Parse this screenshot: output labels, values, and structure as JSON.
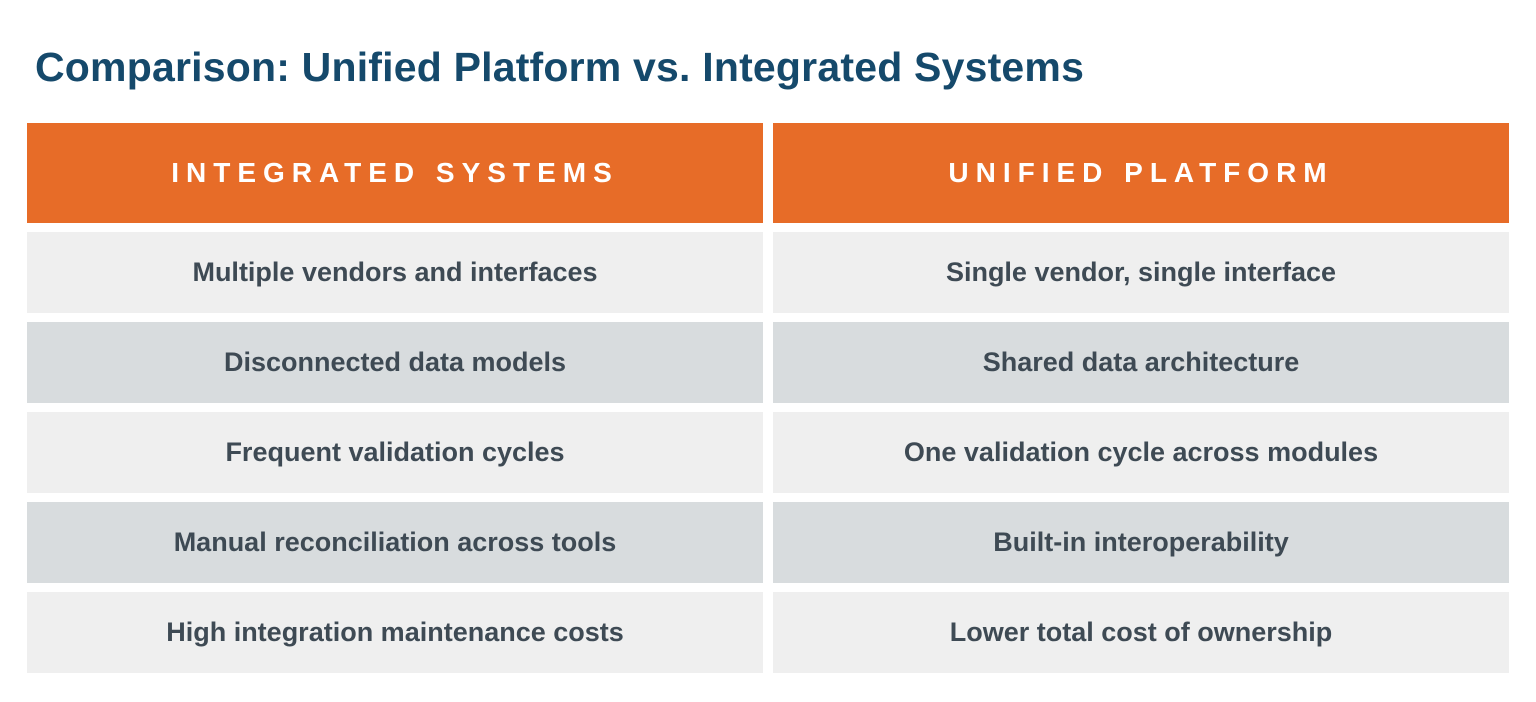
{
  "title": "Comparison: Unified Platform vs. Integrated Systems",
  "table": {
    "headers": [
      "INTEGRATED SYSTEMS",
      "UNIFIED PLATFORM"
    ],
    "rows": [
      [
        "Multiple vendors and interfaces",
        "Single vendor, single interface"
      ],
      [
        "Disconnected data models",
        "Shared data architecture"
      ],
      [
        "Frequent validation cycles",
        "One validation cycle across modules"
      ],
      [
        "Manual reconciliation across tools",
        "Built-in interoperability"
      ],
      [
        "High integration maintenance costs",
        "Lower total cost of ownership"
      ]
    ]
  },
  "colors": {
    "title_text": "#15496B",
    "header_bg": "#E76C28",
    "header_text": "#FFFFFF",
    "row_light_bg": "#EFEFEF",
    "row_dark_bg": "#D8DCDE",
    "cell_text": "#3E4A54",
    "page_bg": "#FFFFFF"
  }
}
